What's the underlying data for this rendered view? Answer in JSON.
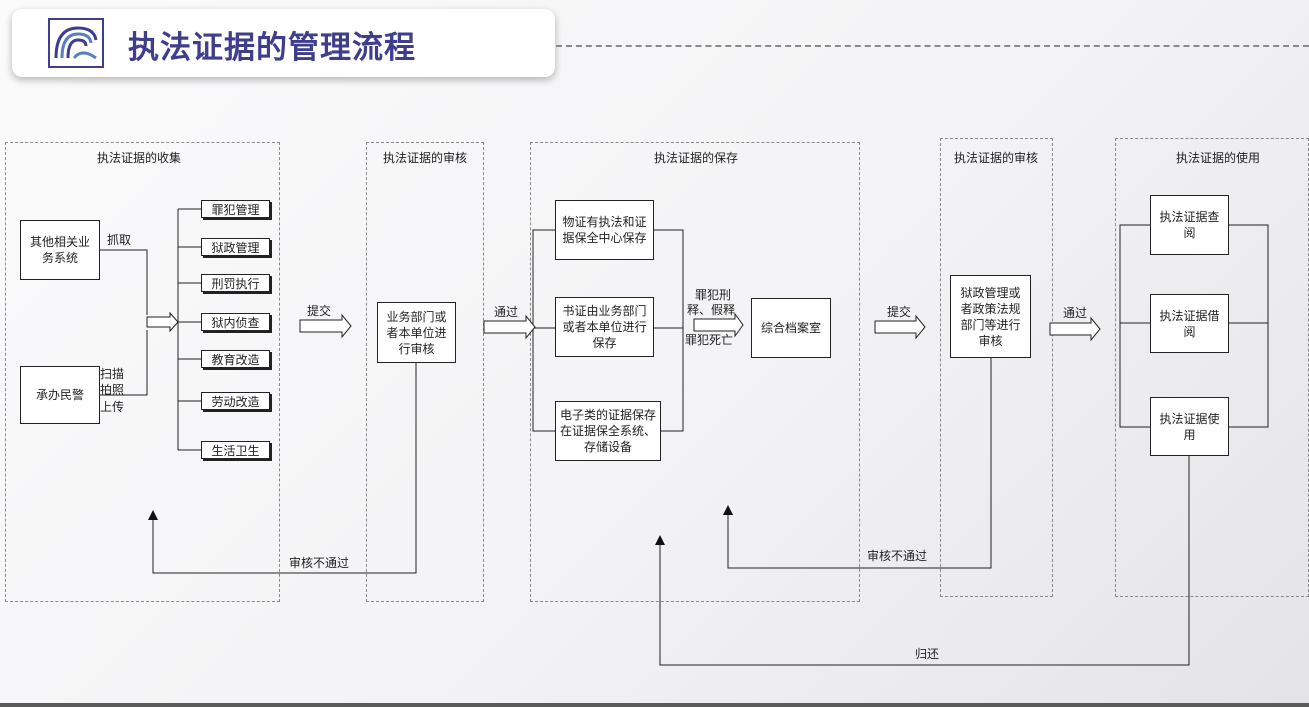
{
  "header": {
    "title": "执法证据的管理流程",
    "logo_icon": "wave-logo-icon"
  },
  "lanes": {
    "collect": "执法证据的收集",
    "review1": "执法证据的审核",
    "store": "执法证据的保存",
    "review2": "执法证据的审核",
    "use": "执法证据的使用"
  },
  "sources": {
    "other_systems": "其他相关业务系统",
    "officer": "承办民警"
  },
  "edge_labels": {
    "fetch": "抓取",
    "scan1": "扫描",
    "scan2": "拍照",
    "scan3": "上传",
    "submit1": "提交",
    "pass1": "通过",
    "release1": "罪犯刑",
    "release2": "释、假释",
    "release3": "罪犯死亡",
    "submit2": "提交",
    "pass2": "通过",
    "reject1": "审核不通过",
    "reject2": "审核不通过",
    "return": "归还"
  },
  "categories": [
    "罪犯管理",
    "狱政管理",
    "刑罚执行",
    "狱内侦查",
    "教育改造",
    "劳动改造",
    "生活卫生"
  ],
  "review1_box": "业务部门或者本单位进行审核",
  "store_boxes": [
    "物证有执法和证据保全中心保存",
    "书证由业务部门或者本单位进行保存",
    "电子类的证据保存在证据保全系统、存储设备"
  ],
  "archive": "综合档案室",
  "review2_box": "狱政管理或者政策法规部门等进行审核",
  "use_boxes": [
    "执法证据查阅",
    "执法证据借阅",
    "执法证据使用"
  ]
}
